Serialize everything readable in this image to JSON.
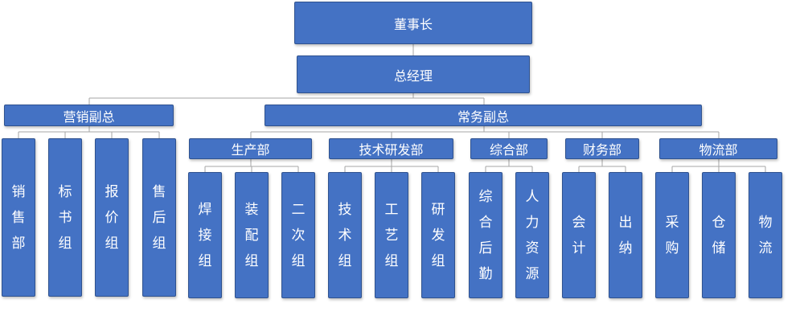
{
  "chairman": "董事长",
  "general_manager": "总经理",
  "vp_sales": "营销副总",
  "vp_exec": "常务副总",
  "sales_groups": [
    "销售部",
    "标书组",
    "报价组",
    "售后组"
  ],
  "departments": [
    {
      "name": "生产部",
      "groups": [
        "焊接组",
        "装配组",
        "二次组"
      ]
    },
    {
      "name": "技术研发部",
      "groups": [
        "技术组",
        "工艺组",
        "研发组"
      ]
    },
    {
      "name": "综合部",
      "groups": [
        "综合后勤",
        "人力资源"
      ]
    },
    {
      "name": "财务部",
      "groups": [
        "会计",
        "出纳"
      ]
    },
    {
      "name": "物流部",
      "groups": [
        "采购",
        "仓储",
        "物流"
      ]
    }
  ]
}
